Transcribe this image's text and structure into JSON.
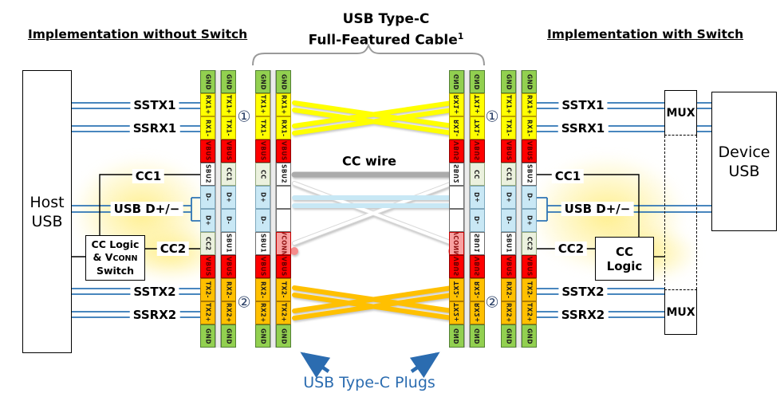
{
  "diagram_title": {
    "line1": "USB Type-C",
    "line2": "Full-Featured Cable",
    "superscript": "1"
  },
  "headers": {
    "left": "Implementation without Switch",
    "right": "Implementation with Switch"
  },
  "boxes": {
    "host": {
      "line1": "Host",
      "line2": "USB"
    },
    "device": {
      "line1": "Device",
      "line2": "USB"
    },
    "mux_top": "MUX",
    "mux_bottom": "MUX",
    "cc_logic_vconn": {
      "line1": "CC Logic",
      "line2_a": "& V",
      "line2_b": "CONN",
      "line3": "Switch"
    },
    "cc_logic": {
      "line1": "CC",
      "line2": "Logic"
    }
  },
  "signals": {
    "sstx1": "SSTX1",
    "ssrx1": "SSRX1",
    "cc1": "CC1",
    "usb_d": "USB D+/−",
    "cc2": "CC2",
    "sstx2": "SSTX2",
    "ssrx2": "SSRX2"
  },
  "annotations": {
    "cc_wire": "CC wire",
    "plugs": "USB Type-C Plugs",
    "marker1": "①",
    "marker2": "②"
  },
  "pins": {
    "receptacle_outer": [
      "GND",
      "RX1+",
      "RX1-",
      "VBUS",
      "SBU2",
      "D-",
      "D+",
      "CC2",
      "VBUS",
      "TX2-",
      "TX2+",
      "GND"
    ],
    "receptacle_inner": [
      "GND",
      "TX1+",
      "TX1-",
      "VBUS",
      "CC1",
      "D+",
      "D-",
      "SBU1",
      "VBUS",
      "RX2-",
      "RX2+",
      "GND"
    ],
    "plug_outer": [
      "GND",
      "TX1+",
      "TX1-",
      "VBUS",
      "CC",
      "D+",
      "D-",
      "SBU1",
      "VBUS",
      "RX2-",
      "RX2+",
      "GND"
    ],
    "plug_inner": [
      "GND",
      "RX1+",
      "RX1-",
      "VBUS",
      "SBU2",
      "",
      "",
      "VCONN",
      "VBUS",
      "TX2-",
      "TX2+",
      "GND"
    ]
  },
  "pin_groups": {
    "green": [
      "GND"
    ],
    "yellow": [
      "RX1+",
      "RX1-",
      "TX1+",
      "TX1-"
    ],
    "red": [
      "VBUS"
    ],
    "white": [
      "SBU1",
      "SBU2",
      ""
    ],
    "pale_green": [
      "CC",
      "CC1",
      "CC2"
    ],
    "blue": [
      "D+",
      "D-"
    ],
    "pink": [
      "VCONN"
    ],
    "orange": [
      "TX2+",
      "TX2-",
      "RX2+",
      "RX2-"
    ]
  },
  "pin_group_styles": {
    "green": {
      "bg": "#92D050",
      "bd": "#538135"
    },
    "yellow": {
      "bg": "#FFFF00",
      "bd": "#B8A000"
    },
    "red": {
      "bg": "#FF0000",
      "bd": "#8F0000",
      "tx": "#5C0000"
    },
    "white": {
      "bg": "#FFFFFF",
      "bd": "#707070"
    },
    "pale_green": {
      "bg": "#EBF1DE",
      "bd": "#94A97E"
    },
    "blue": {
      "bg": "#C9E8F5",
      "bd": "#7FA8BD"
    },
    "pink": {
      "bg": "#F9A1A1",
      "bd": "#C00000",
      "tx": "#8E0F0F"
    },
    "orange": {
      "bg": "#FFC000",
      "bd": "#AD7B00"
    }
  },
  "colors": {
    "line_blue": "#2E74B5",
    "accent_blue": "#2B6CB0",
    "wire_yellow": "#FFFF00",
    "wire_orange": "#FFC000",
    "wire_gray": "#ABABAB",
    "wire_dpair": "#C8E8F5",
    "wire_white": "#FFFFFF",
    "vconn_dot": "#F58C8C",
    "brace_gray": "#9A9A9A",
    "glow_yellow": "#FFEC78"
  }
}
